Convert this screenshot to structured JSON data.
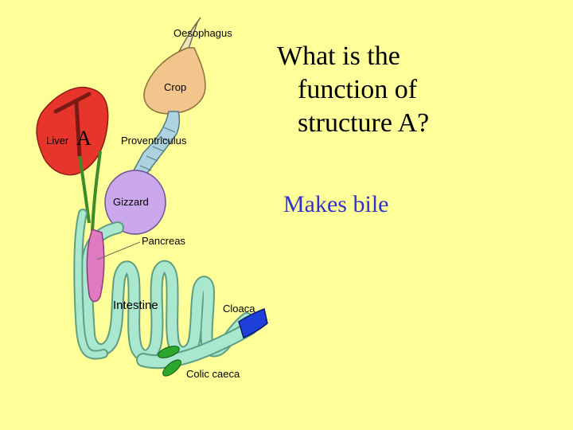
{
  "slide": {
    "question_lines": [
      "What is the",
      "function of",
      "structure A?"
    ],
    "answer": "Makes bile",
    "background_color": "#FFFF99",
    "answer_color": "#3333CC"
  },
  "diagram": {
    "labels": {
      "oesophagus": "Oesophagus",
      "crop": "Crop",
      "liver": "Liver",
      "structure_a": "A",
      "proventriculus": "Proventriculus",
      "gizzard": "Gizzard",
      "pancreas": "Pancreas",
      "intestine": "Intestine",
      "cloaca": "Cloaca",
      "colic_caeca": "Colic caeca"
    },
    "colors": {
      "crop": "#F2C58C",
      "liver": "#E8352C",
      "gizzard": "#CBA8EC",
      "proventriculus": "#AFD3DE",
      "intestine": "#A9E8CF",
      "pancreas": "#E07AC0",
      "cloaca": "#1E3FD8",
      "caeca": "#2BA82B",
      "gall_duct": "#3C8C2A"
    }
  }
}
